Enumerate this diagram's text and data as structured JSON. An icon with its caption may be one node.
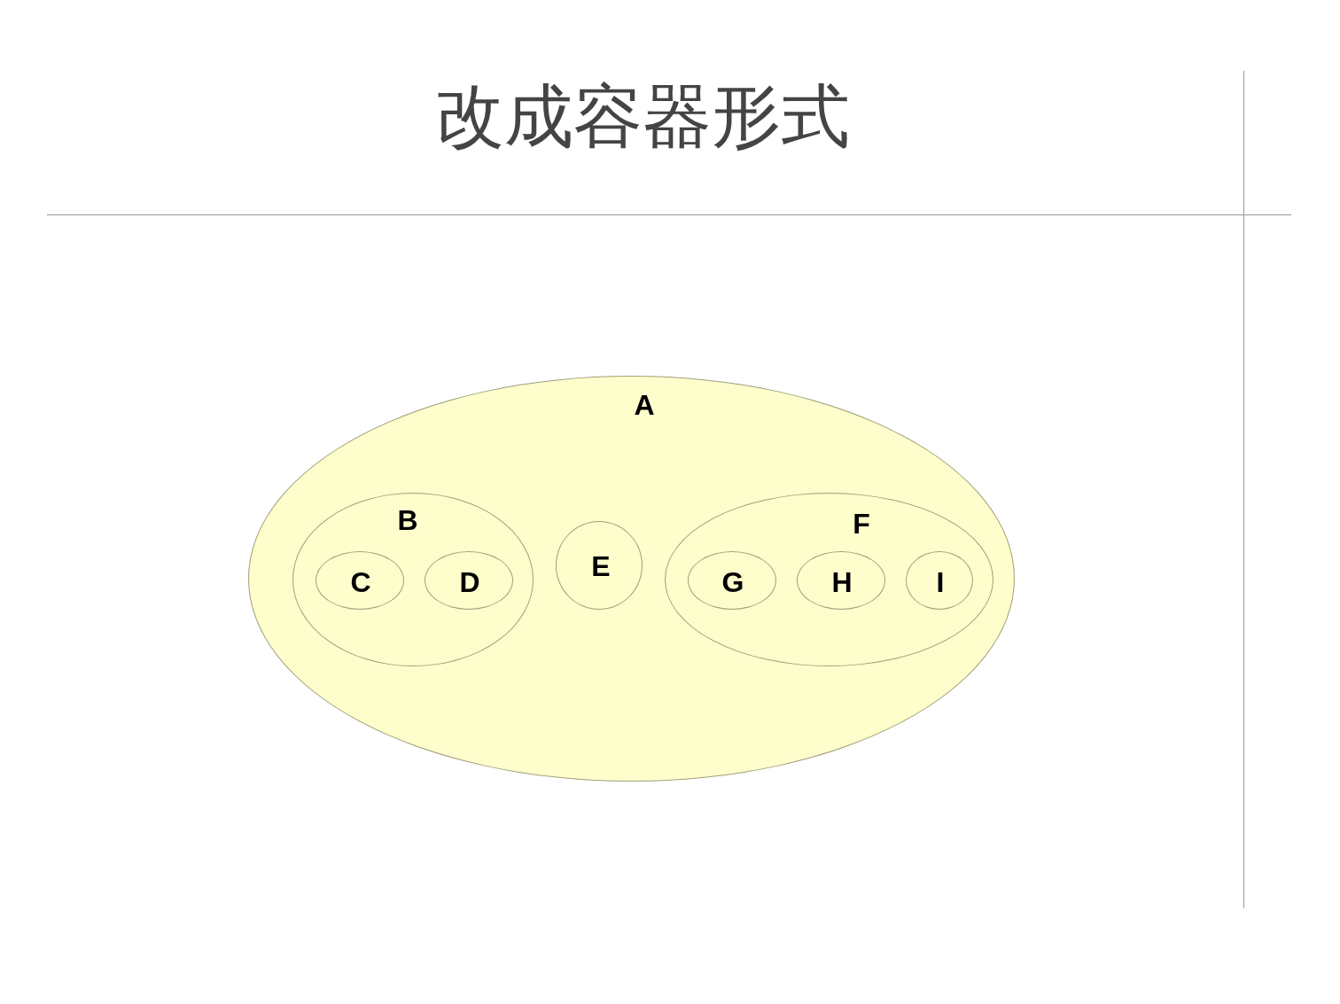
{
  "diagram": {
    "title": "改成容器形式",
    "nodes": [
      {
        "text": [
          "A"
        ]
      },
      {
        "text": [
          "B"
        ],
        "in": 0
      },
      {
        "text": [
          "C"
        ],
        "in": 1
      },
      {
        "text": [
          "D"
        ],
        "in": 1
      },
      {
        "text": [
          "E"
        ],
        "in": 0
      },
      {
        "text": [
          "F"
        ],
        "in": 0
      },
      {
        "text": [
          "G"
        ],
        "in": 5
      },
      {
        "text": [
          "H"
        ],
        "in": 5
      },
      {
        "text": [
          "I"
        ],
        "in": 5
      }
    ],
    "edges": []
  }
}
